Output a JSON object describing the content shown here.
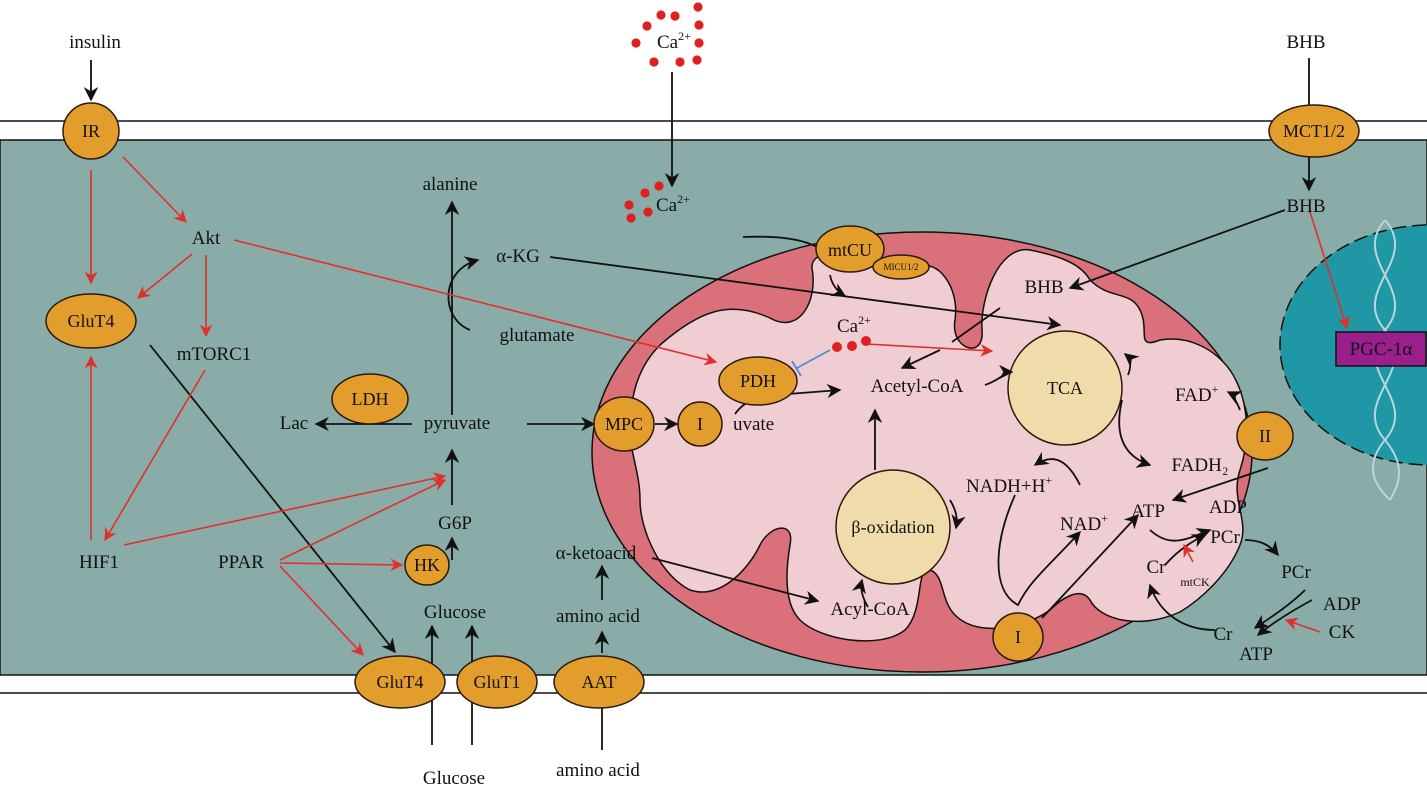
{
  "colors": {
    "cell": "#8aaca8",
    "mito_outer": "#d9707a",
    "mito_inner": "#f0cdd2",
    "nucleus": "#1f97a4",
    "node": "#e39d2d",
    "cycle": "#efdcaa",
    "pgc_box": "#9a1e8c",
    "activation_arrow": "#e0302a",
    "flow_arrow": "#111111",
    "inhibition": "#4a8fd8",
    "calcium": "#e02020"
  },
  "extracellular": {
    "insulin": "insulin",
    "ca_top": "Ca",
    "ca_top_sup": "2+",
    "bhb_top": "BHB",
    "glucose": "Glucose",
    "amino_acid": "amino acid"
  },
  "membrane_nodes": {
    "ir": "IR",
    "mct": "MCT1/2",
    "glut4_bottom": "GluT4",
    "glut1": "GluT1",
    "aat": "AAT"
  },
  "cytosol": {
    "akt": "Akt",
    "glut4_left": "GluT4",
    "mtorc1": "mTORC1",
    "hif1": "HIF1",
    "ppar": "PPAR",
    "hk": "HK",
    "glucose": "Glucose",
    "g6p": "G6P",
    "pyruvate": "pyruvate",
    "lac": "Lac",
    "ldh": "LDH",
    "alanine": "alanine",
    "akg": "α-KG",
    "glutamate": "glutamate",
    "ketoacid": "α-ketoacid",
    "amino_acid": "amino acid",
    "ca_in": "Ca",
    "ca_in_sup": "2+",
    "bhb": "BHB"
  },
  "mitochondria": {
    "mtcu": "mtCU",
    "micu": "MICU1/2",
    "ca": "Ca",
    "ca_sup": "2+",
    "bhb": "BHB",
    "pdh": "PDH",
    "acetyl_coa": "Acetyl-CoA",
    "tca": "TCA",
    "mpc": "MPC",
    "complex_i_top": "I",
    "pyruvate_partial": "uvate",
    "fad": "FAD",
    "fad_sup": "+",
    "complex_ii": "II",
    "fadh2": "FADH₂",
    "nadh": "NADH+H",
    "nadh_sup": "+",
    "beta_oxidation": "β-oxidation",
    "nad": "NAD",
    "nad_sup": "+",
    "atp": "ATP",
    "adp": "ADP",
    "pcr": "PCr",
    "cr": "Cr",
    "mtck": "mtCK",
    "acyl_coa": "Acyl-CoA",
    "complex_i_bottom": "I"
  },
  "cytosol_energy": {
    "pcr": "PCr",
    "adp": "ADP",
    "ck": "CK",
    "cr": "Cr",
    "atp": "ATP"
  },
  "nucleus": {
    "pgc": "PGC-1α"
  }
}
